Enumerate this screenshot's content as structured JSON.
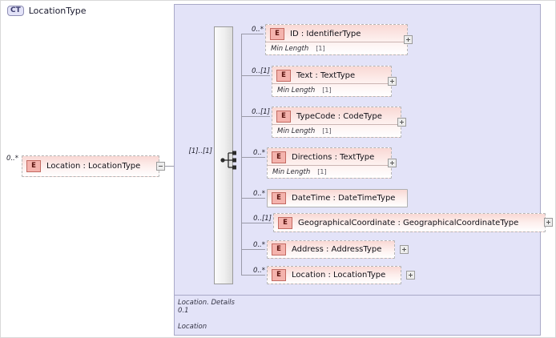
{
  "diagram": {
    "kind": "xsd-schema-diagram",
    "root_element": {
      "badge": "E",
      "label": "Location : LocationType",
      "cardinality": "0..*",
      "toggle": "minus"
    },
    "complex_type": {
      "badge": "CT",
      "title": "LocationType",
      "compositor": {
        "icon": "sequence-icon",
        "cardinality": "[1]..[1]"
      },
      "footer": "Location. Details\n0.1\n\nLocation"
    },
    "children": [
      {
        "badge": "E",
        "label": "ID          : IdentifierType",
        "cardinality": "0..*",
        "facet_name": "Min Length",
        "facet_value": "[1]",
        "toggle": "plus"
      },
      {
        "badge": "E",
        "label": "Text        : TextType",
        "cardinality": "0..[1]",
        "facet_name": "Min Length",
        "facet_value": "[1]",
        "toggle": "plus"
      },
      {
        "badge": "E",
        "label": "TypeCode : CodeType",
        "cardinality": "0..[1]",
        "facet_name": "Min Length",
        "facet_value": "[1]",
        "toggle": "plus"
      },
      {
        "badge": "E",
        "label": "Directions : TextType",
        "cardinality": "0..*",
        "facet_name": "Min Length",
        "facet_value": "[1]",
        "toggle": "plus"
      },
      {
        "badge": "E",
        "label": "DateTime : DateTimeType",
        "cardinality": "0..*",
        "facet_name": "",
        "facet_value": "",
        "toggle": "none"
      },
      {
        "badge": "E",
        "label": "GeographicalCoordinate : GeographicalCoordinateType",
        "cardinality": "0..[1]",
        "facet_name": "",
        "facet_value": "",
        "toggle": "plus"
      },
      {
        "badge": "E",
        "label": "Address : AddressType",
        "cardinality": "0..*",
        "facet_name": "",
        "facet_value": "",
        "toggle": "plus"
      },
      {
        "badge": "E",
        "label": "Location : LocationType",
        "cardinality": "0..*",
        "facet_name": "",
        "facet_value": "",
        "toggle": "plus"
      }
    ],
    "colors": {
      "container_fill": "#e3e3f8",
      "container_border": "#a9a9c8",
      "element_fill": "#f9d8d4",
      "element_border": "#b5b5b5",
      "badge_fill": "#f4b3ad",
      "badge_border": "#c36a62",
      "connector": "#9a9aa8",
      "page_background": "#ffffff"
    }
  }
}
